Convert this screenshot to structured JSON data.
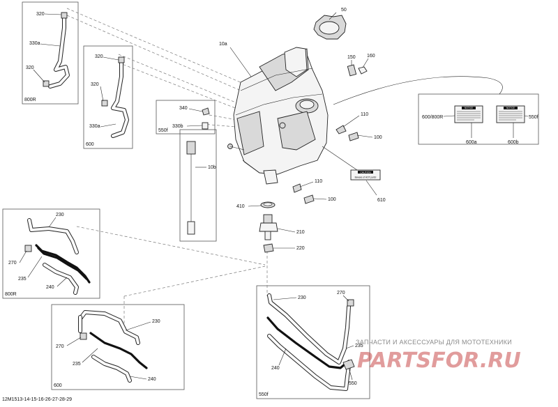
{
  "callouts": {
    "c50": "50",
    "c10a": "10a",
    "c150": "150",
    "c160": "160",
    "c110a": "110",
    "c100a": "100",
    "c110b": "110",
    "c100b": "100",
    "c610": "610",
    "c410": "410",
    "c210": "210",
    "c220": "220",
    "c10b": "10b",
    "c600a": "600a",
    "c600b": "600b",
    "c600_800r": "600/800R",
    "c550f_decal": "550f",
    "k1_320a": "320",
    "k1_330a": "330a",
    "k1_320b": "320",
    "k1_variant": "800R",
    "k2_320a": "320",
    "k2_320b": "320",
    "k2_330a": "330a",
    "k2_variant": "600",
    "k3_340": "340",
    "k3_330b": "330b",
    "k3_variant": "550f",
    "k4_230": "230",
    "k4_270": "270",
    "k4_235": "235",
    "k4_240": "240",
    "k4_variant": "800R",
    "k5_230": "230",
    "k5_270": "270",
    "k5_235": "235",
    "k5_240": "240",
    "k5_variant": "600",
    "k6_230": "230",
    "k6_270": "270",
    "k6_235": "235",
    "k6_240": "240",
    "k6_550": "550",
    "k6_variant": "550f"
  },
  "decal_caution": "CAUTION",
  "decal_caution_text": "Beware of HOT parts!",
  "decal_notice": "NOTICE",
  "footer_code": "12M1513-14-15-16-26-27-28-29",
  "watermark_text": "ЗАПЧАСТИ И АКСЕССУАРЫ ДЛЯ МОТОТЕХНИКИ",
  "watermark_logo": "PARTSFOR.RU"
}
